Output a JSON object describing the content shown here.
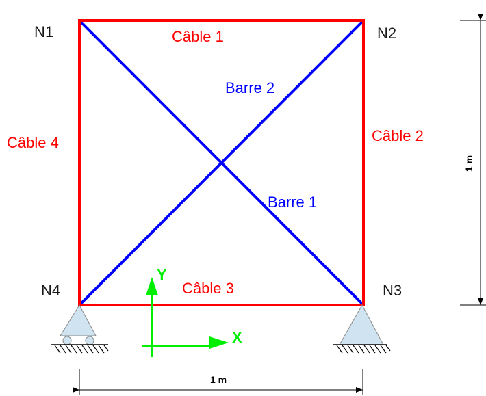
{
  "nodes": {
    "n1": "N1",
    "n2": "N2",
    "n3": "N3",
    "n4": "N4"
  },
  "cables": {
    "c1": "Câble 1",
    "c2": "Câble 2",
    "c3": "Câble 3",
    "c4": "Câble 4"
  },
  "bars": {
    "b1": "Barre 1",
    "b2": "Barre 2"
  },
  "axes": {
    "x": "X",
    "y": "Y"
  },
  "dimensions": {
    "width": "1 m",
    "height": "1 m"
  },
  "colors": {
    "cable": "#ff0000",
    "bar": "#0000ff",
    "axis": "#00ee00",
    "support": "#cfe3f1"
  }
}
